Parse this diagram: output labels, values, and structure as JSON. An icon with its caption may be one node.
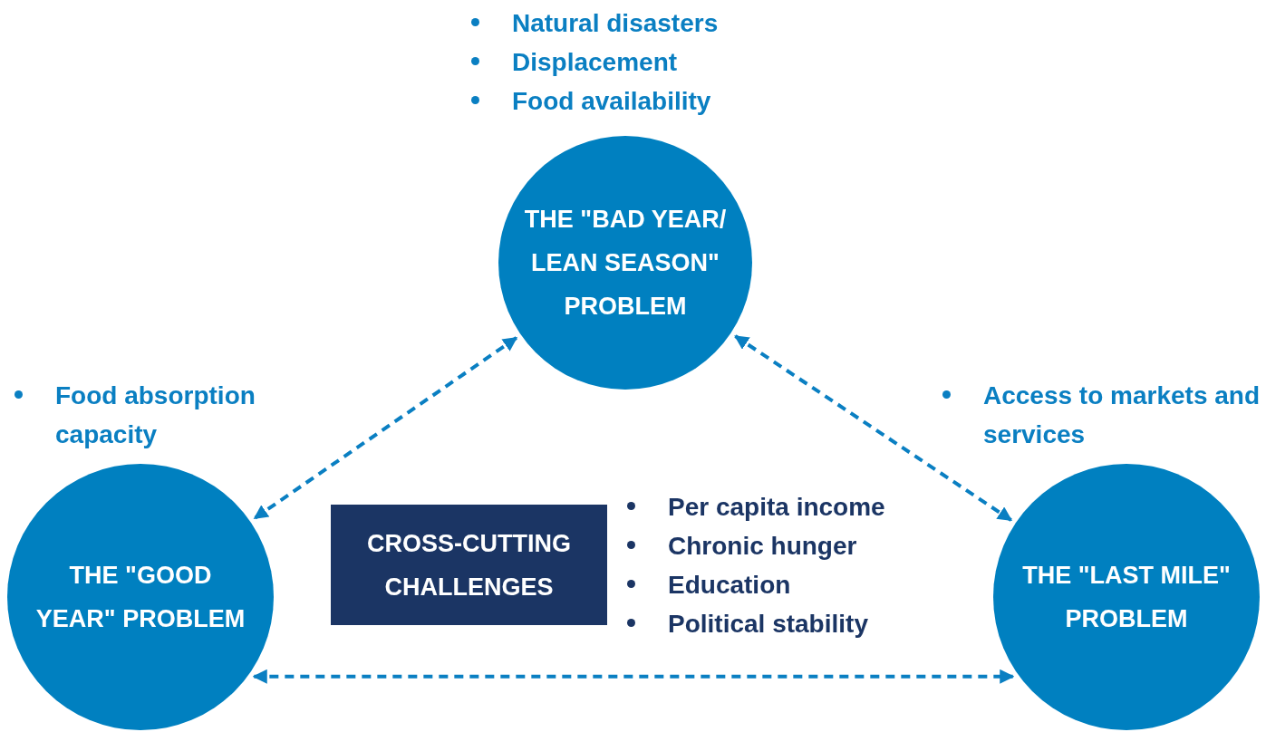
{
  "diagram": {
    "nodes": [
      {
        "text": [
          "THE \"BAD YEAR/ LEAN SEASON\" PROBLEM"
        ],
        "beside": [
          "Natural disasters",
          "Displacement",
          "Food availability"
        ]
      },
      {
        "text": [
          "THE \"GOOD YEAR\" PROBLEM"
        ],
        "beside": [
          "Food absorption capacity"
        ]
      },
      {
        "text": [
          "THE \"LAST MILE\" PROBLEM"
        ],
        "beside": [
          "Access to markets and services"
        ]
      },
      {
        "text": [
          "CROSS-CUTTING CHALLENGES"
        ],
        "beside": [
          "Per capita income",
          "Chronic hunger",
          "Education",
          "Political stability"
        ]
      }
    ],
    "edges": [
      {
        "from": 0,
        "to": 1,
        "arrow": "both",
        "style": "dashed"
      },
      {
        "from": 0,
        "to": 2,
        "arrow": "both",
        "style": "dashed"
      },
      {
        "from": 1,
        "to": 2,
        "arrow": "both",
        "style": "dashed"
      }
    ]
  }
}
